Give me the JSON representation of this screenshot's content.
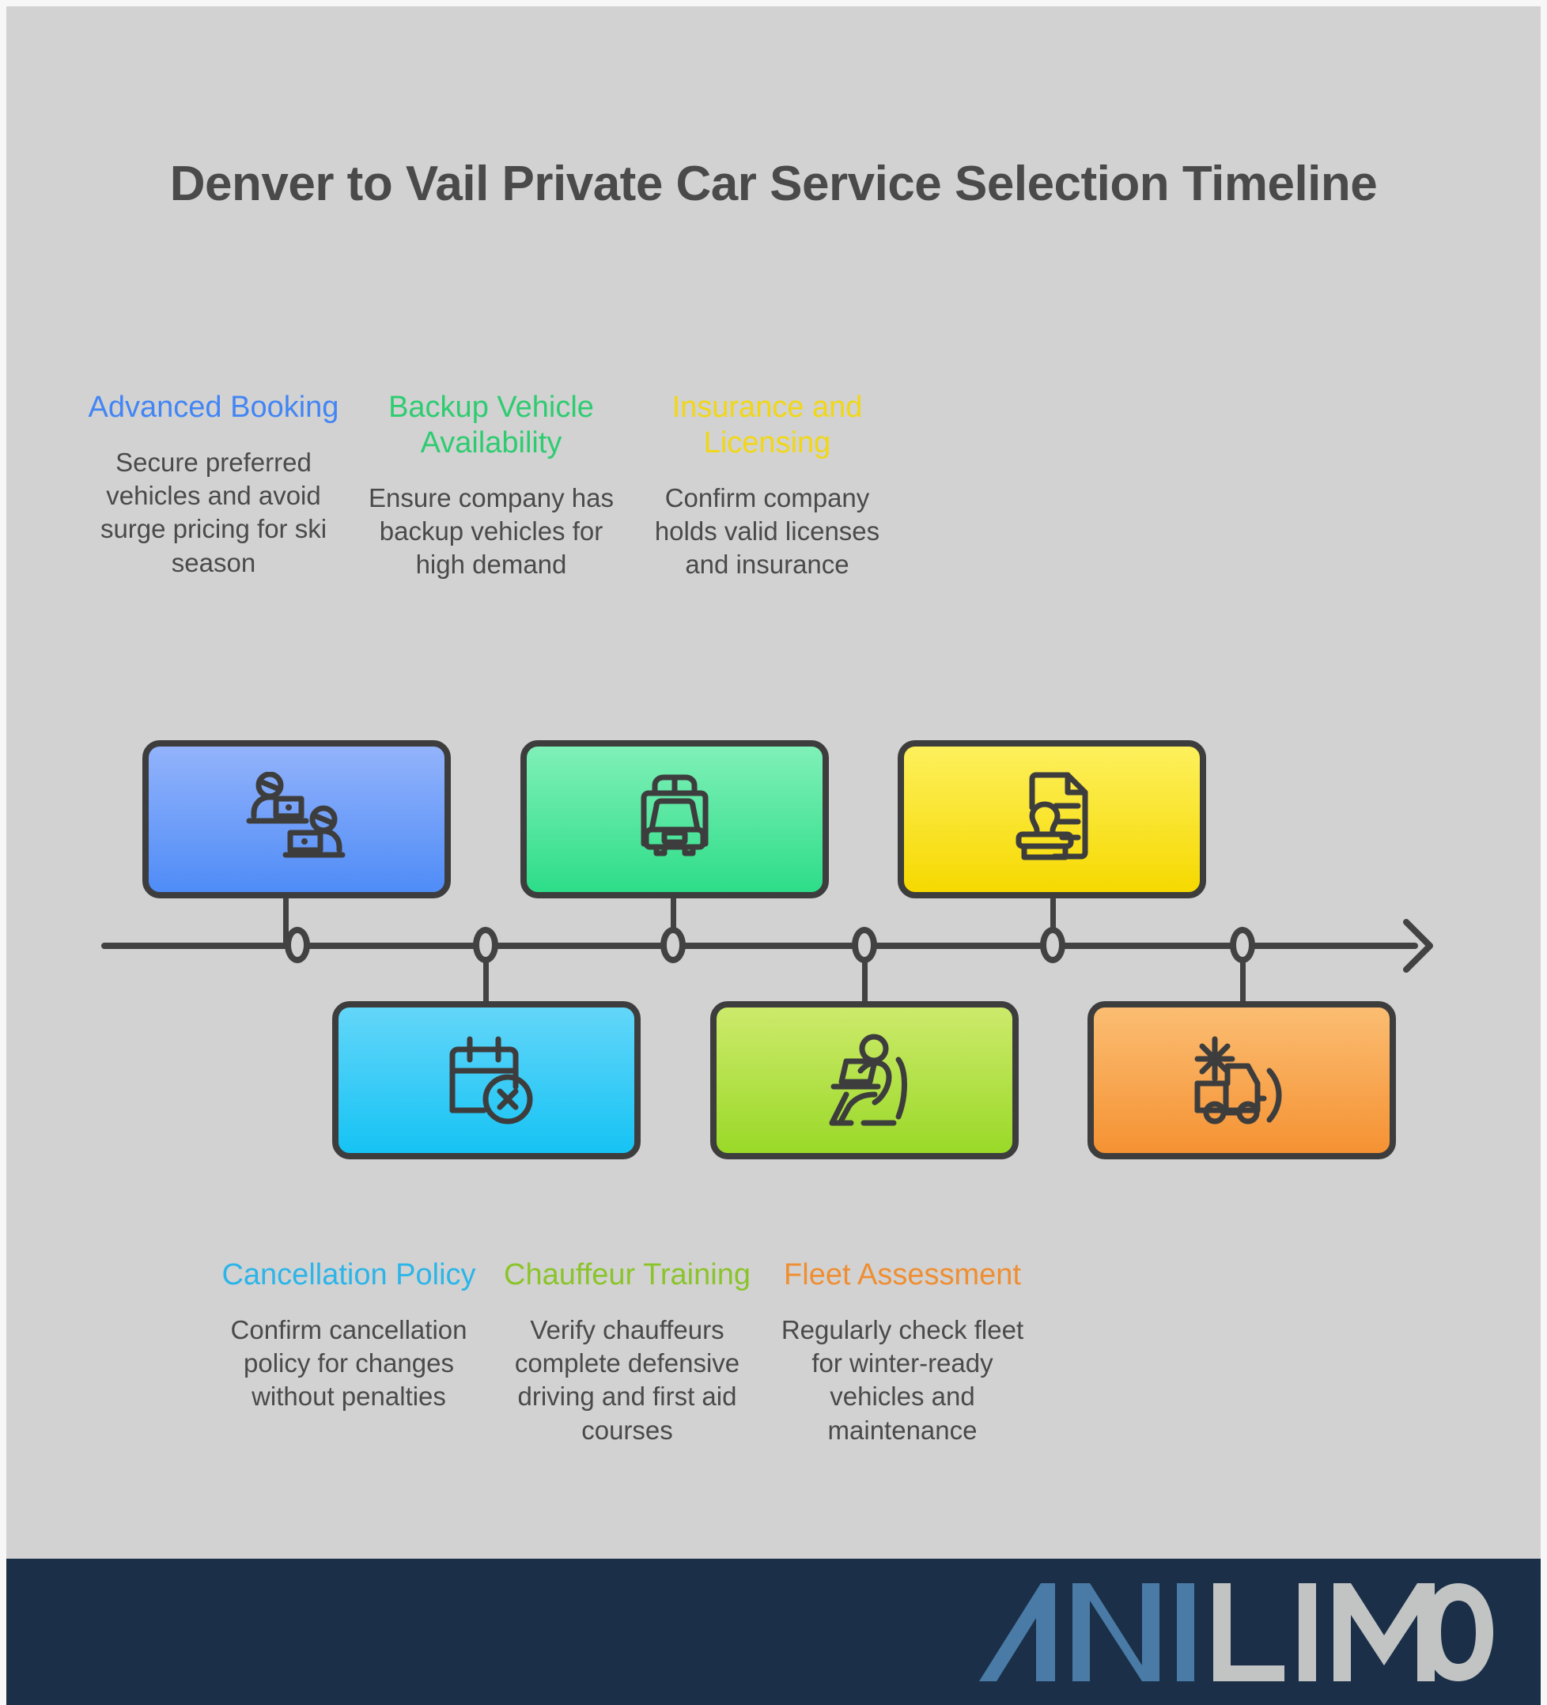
{
  "page": {
    "background_color": "#d2d2d2",
    "title": "Denver to Vail Private Car Service Selection Timeline"
  },
  "timeline": {
    "axis_color": "#424242",
    "marker_count": 6,
    "arrow_direction": "right"
  },
  "steps_top": [
    {
      "heading": "Advanced Booking",
      "description": "Secure preferred vehicles and avoid surge pricing for ski season",
      "color": "#4285f4",
      "icon": "people-at-laptops-icon",
      "card_gradient_from": "#93b3fb",
      "card_gradient_to": "#4f8cf7"
    },
    {
      "heading": "Backup Vehicle Availability",
      "description": "Ensure company has backup vehicles for high demand",
      "color": "#2ecc71",
      "icon": "van-front-icon",
      "card_gradient_from": "#80f0b8",
      "card_gradient_to": "#2ddd88"
    },
    {
      "heading": "Insurance and Licensing",
      "description": "Confirm company holds valid licenses and insurance",
      "color": "#f1d715",
      "icon": "stamped-document-icon",
      "card_gradient_from": "#fdf05c",
      "card_gradient_to": "#f6d900"
    }
  ],
  "steps_bottom": [
    {
      "heading": "Cancellation Policy",
      "description": "Confirm cancellation policy for changes without penalties",
      "color": "#2cb5e8",
      "icon": "calendar-cancel-icon",
      "card_gradient_from": "#63d6f9",
      "card_gradient_to": "#16c3f4"
    },
    {
      "heading": "Chauffeur Training",
      "description": "Verify chauffeurs complete defensive driving and first aid courses",
      "color": "#8bc42a",
      "icon": "seated-person-laptop-icon",
      "card_gradient_from": "#cdea6b",
      "card_gradient_to": "#9ad928"
    },
    {
      "heading": "Fleet Assessment",
      "description": "Regularly check fleet for winter-ready vehicles and maintenance",
      "color": "#ef8e32",
      "icon": "snow-plow-truck-icon",
      "card_gradient_from": "#fbbd72",
      "card_gradient_to": "#f59233"
    }
  ],
  "footer": {
    "background_color": "#1b3048",
    "brand_part_1": "ANI",
    "brand_part_2": "LIMO",
    "brand_color_1": "#4a7ba7",
    "brand_color_2": "#c2c4c4"
  }
}
